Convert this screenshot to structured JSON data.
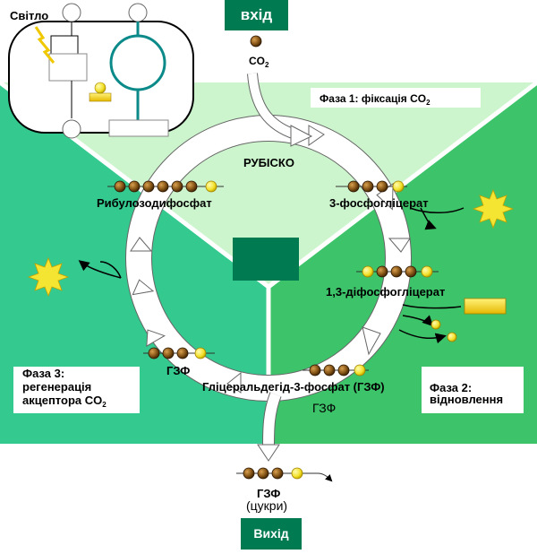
{
  "labels": {
    "input": "вхід",
    "output": "Вихід",
    "light": "Світло",
    "co2": "CO",
    "co2_sub": "2",
    "rubisco": "РУБІСКО",
    "phase1": "Фаза 1: фіксація CO",
    "phase1_sub": "2",
    "phase2_l1": "Фаза 2:",
    "phase2_l2": "відновлення",
    "phase3_l1": "Фаза 3:",
    "phase3_l2": "регенерація",
    "phase3_l3": "акцептора CO",
    "phase3_sub": "2",
    "rubp": "Рибулозодифосфат",
    "pga": "3-фосфогліцерат",
    "bpga": "1,3-діфосфогліцерат",
    "g3p_full": "Гліцеральдегід-3-фосфат (ГЗФ)",
    "g3p_right": "ГЗФ",
    "g3p_left": "ГЗФ",
    "g3p_out": "ГЗФ",
    "sugars": "(цукри)"
  },
  "colors": {
    "light_green": "#cdf5cd",
    "phase2_green": "#3dc46a",
    "phase3_teal": "#34c98e",
    "dark_teal": "#007a50",
    "ring_fill": "#ffffff",
    "carbon": "#8b5a1a",
    "phosphate": "#f2e02a",
    "sun": "#f4e532",
    "atp_bar": "#f4d21a"
  },
  "icons": [
    "sun-icon",
    "atp-bar-icon",
    "chloroplast-icon",
    "lightning-icon"
  ]
}
